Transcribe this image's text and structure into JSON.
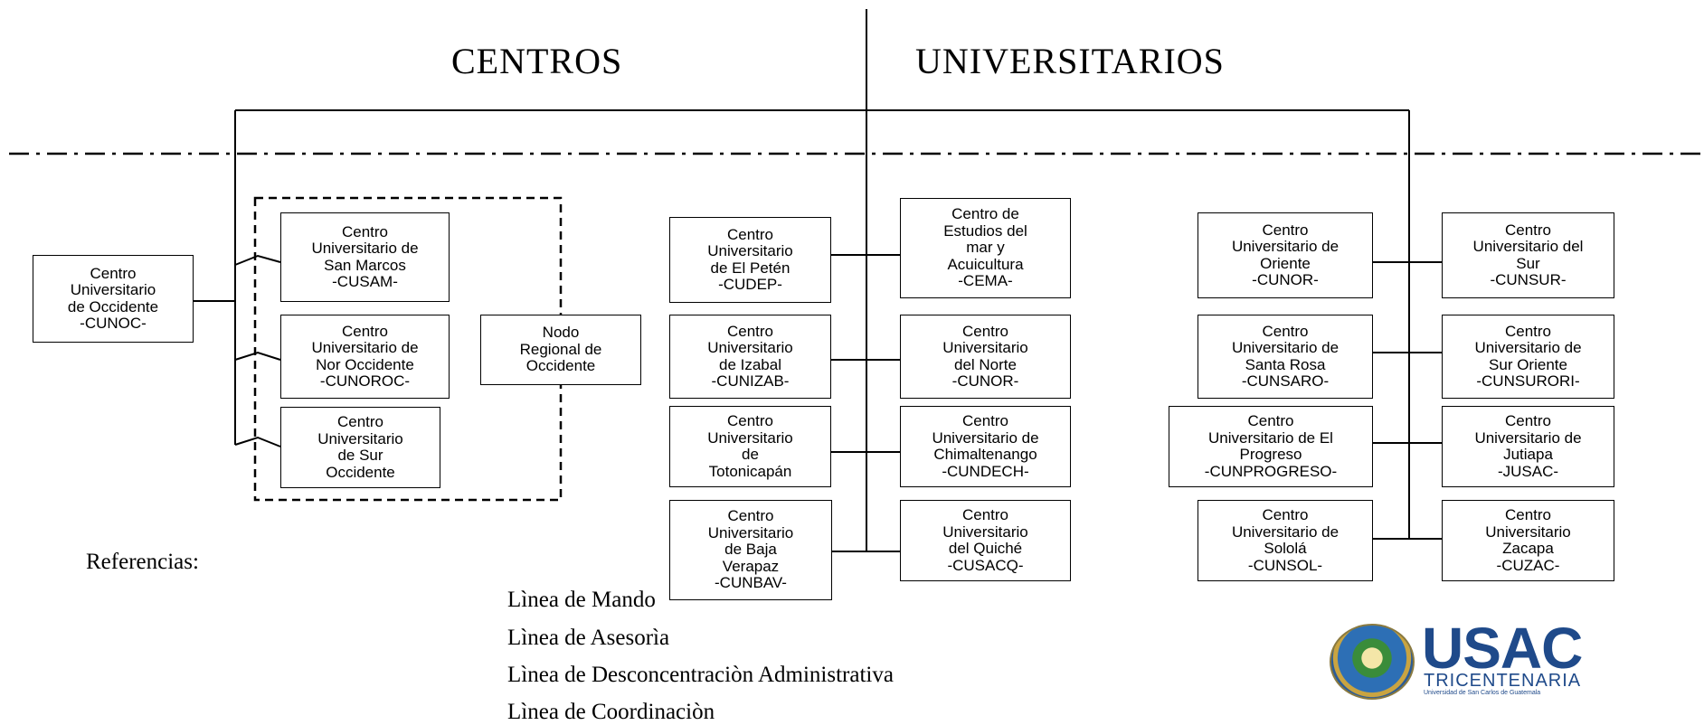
{
  "title_left": "CENTROS",
  "title_right": "UNIVERSITARIOS",
  "boxes": {
    "cunoc": [
      "Centro",
      "Universitario",
      "de Occidente",
      "-CUNOC-"
    ],
    "cusam": [
      "Centro",
      "Universitario de",
      "San Marcos",
      "-CUSAM-"
    ],
    "cunoroc": [
      "Centro",
      "Universitario de",
      "Nor Occidente",
      "-CUNOROC-"
    ],
    "sur_occ": [
      "Centro",
      "Universitario",
      "de Sur",
      "Occidente"
    ],
    "nodo": [
      "Nodo",
      "Regional de",
      "Occidente"
    ],
    "cudep": [
      "Centro",
      "Universitario",
      "de El Petén",
      "-CUDEP-"
    ],
    "cunizab": [
      "Centro",
      "Universitario",
      "de Izabal",
      "-CUNIZAB-"
    ],
    "toto": [
      "Centro",
      "Universitario",
      "de",
      "Totonicapán"
    ],
    "cunbav": [
      "Centro",
      "Universitario",
      "de  Baja",
      "Verapaz",
      "-CUNBAV-"
    ],
    "cema": [
      "Centro de",
      "Estudios del",
      "mar y",
      "Acuicultura",
      "-CEMA-"
    ],
    "cunor_norte": [
      "Centro",
      "Universitario",
      "del Norte",
      "-CUNOR-"
    ],
    "cundech": [
      "Centro",
      "Universitario de",
      "Chimaltenango",
      "-CUNDECH-"
    ],
    "cusacq": [
      "Centro",
      "Universitario",
      "del Quiché",
      "-CUSACQ-"
    ],
    "cunor_oriente": [
      "Centro",
      "Universitario de",
      "Oriente",
      "-CUNOR-"
    ],
    "cunsaro": [
      "Centro",
      "Universitario de",
      "Santa Rosa",
      "-CUNSARO-"
    ],
    "cunprogreso": [
      "Centro",
      "Universitario de El",
      "Progreso",
      "-CUNPROGRESO-"
    ],
    "cunsol": [
      "Centro",
      "Universitario de",
      "Sololá",
      "-CUNSOL-"
    ],
    "cunsur": [
      "Centro",
      "Universitario del",
      "Sur",
      "-CUNSUR-"
    ],
    "cunsurori": [
      "Centro",
      "Universitario de",
      "Sur Oriente",
      "-CUNSURORI-"
    ],
    "jusac": [
      "Centro",
      "Universitario de",
      "Jutiapa",
      "-JUSAC-"
    ],
    "cuzac": [
      "Centro",
      "Universitario",
      "Zacapa",
      "-CUZAC-"
    ]
  },
  "references": {
    "title": "Referencias:",
    "items": [
      "Lìnea de Mando",
      "Lìnea de Asesorìa",
      "Lìnea de Desconcentraciòn Administrativa",
      "Lìnea de Coordinaciòn"
    ]
  },
  "logo": {
    "name": "USAC",
    "tagline": "TRICENTENARIA",
    "subtitle": "Universidad de San Carlos de Guatemala",
    "colors": {
      "brand": "#1f4a8a"
    }
  }
}
